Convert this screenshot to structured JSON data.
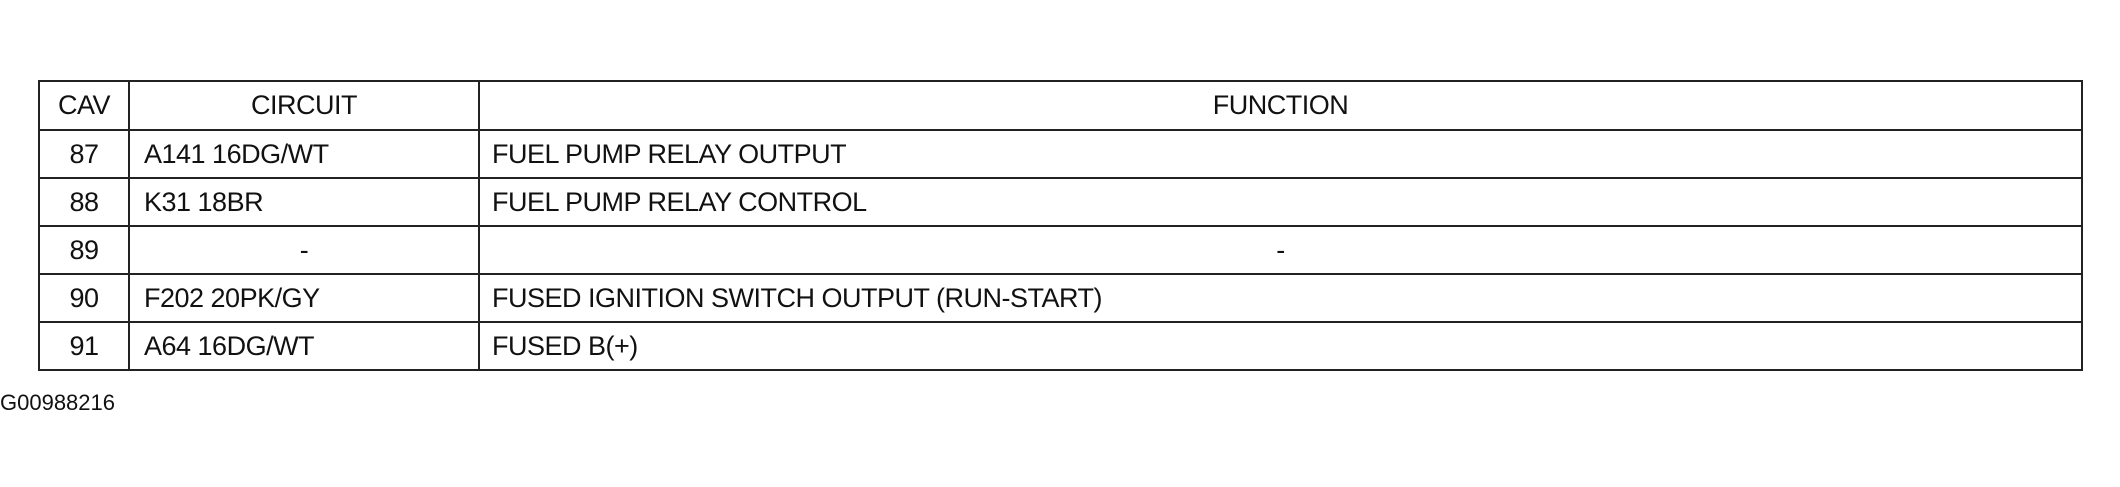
{
  "table": {
    "headers": {
      "cav": "CAV",
      "circuit": "CIRCUIT",
      "function": "FUNCTION"
    },
    "rows": [
      {
        "cav": "87",
        "circuit": "A141 16DG/WT",
        "function": "FUEL PUMP RELAY OUTPUT"
      },
      {
        "cav": "88",
        "circuit": "K31 18BR",
        "function": "FUEL PUMP RELAY CONTROL"
      },
      {
        "cav": "89",
        "circuit": "-",
        "function": "-"
      },
      {
        "cav": "90",
        "circuit": "F202 20PK/GY",
        "function": "FUSED IGNITION SWITCH OUTPUT (RUN-START)"
      },
      {
        "cav": "91",
        "circuit": "A64 16DG/WT",
        "function": "FUSED B(+)"
      }
    ]
  },
  "figure_id": "G00988216"
}
